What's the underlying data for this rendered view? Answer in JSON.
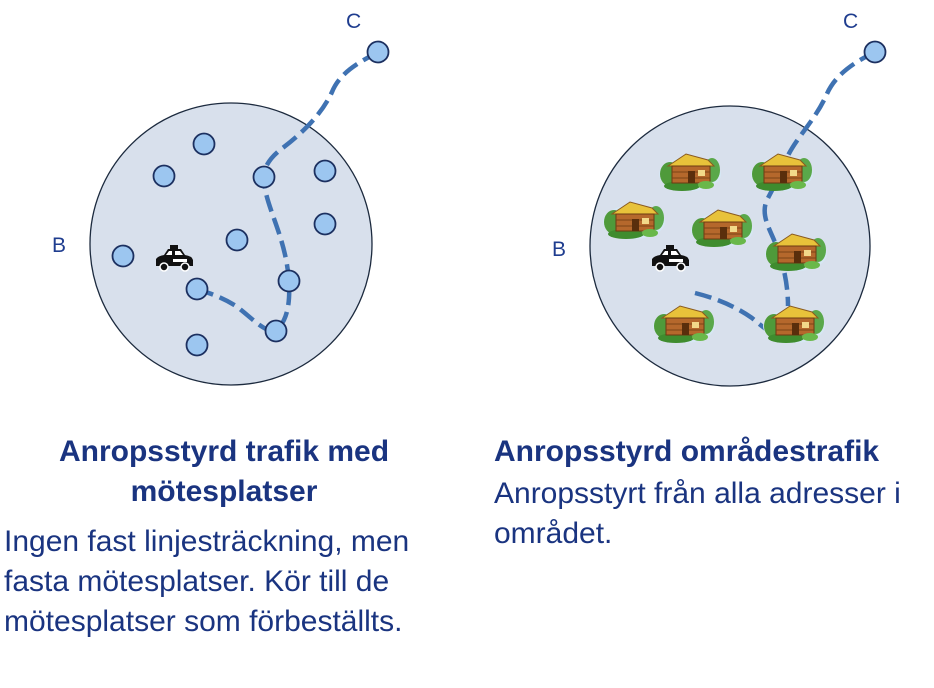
{
  "left": {
    "label_b": "B",
    "label_c": "C",
    "title": "Anropsstyrd trafik med mötesplatser",
    "description": "Ingen fast linjesträckning, men fasta mötesplatser. Kör till de mötesplatser som förbeställts."
  },
  "right": {
    "label_b": "B",
    "label_c": "C",
    "title": "Anropsstyrd områdestrafik",
    "description": "Anropsstyrt från alla adresser i området."
  },
  "colors": {
    "area_fill": "#d8e0ec",
    "area_stroke": "#1c2a3e",
    "stop_fill": "#9cc6f0",
    "route": "#3f72b2",
    "text": "#1a3480"
  },
  "icons": [
    "taxi-icon",
    "house-icon",
    "meeting-point-icon"
  ]
}
